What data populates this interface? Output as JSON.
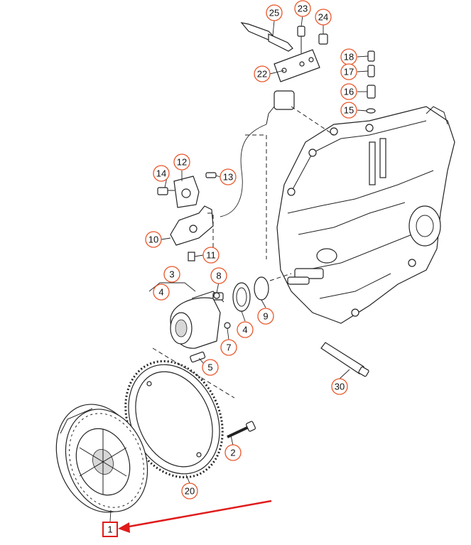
{
  "colors": {
    "callout_outline": "#e8562a",
    "highlight_arrow": "#e01b1b",
    "line_art": "#222222",
    "background": "#ffffff"
  },
  "callouts": {
    "c1": "1",
    "c2": "2",
    "c3": "3",
    "c4a": "4",
    "c4b": "4",
    "c5": "5",
    "c7": "7",
    "c8": "8",
    "c9": "9",
    "c10": "10",
    "c11": "11",
    "c12": "12",
    "c13": "13",
    "c14": "14",
    "c15": "15",
    "c16": "16",
    "c17": "17",
    "c18": "18",
    "c20": "20",
    "c22": "22",
    "c23": "23",
    "c24": "24",
    "c25": "25",
    "c30": "30"
  },
  "highlighted_part": "1"
}
